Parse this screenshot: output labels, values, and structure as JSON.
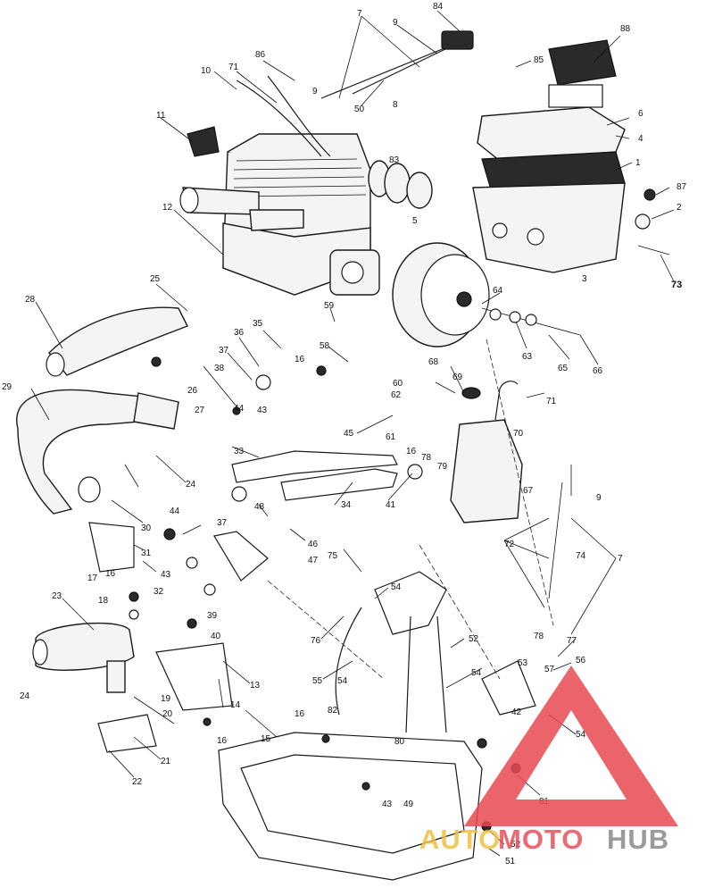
{
  "watermark": {
    "part1": "AUTO",
    "part2": "MOTO",
    "part3": "HUB",
    "color_auto": "#f0c040",
    "color_moto": "#e8505a",
    "color_hub": "#8a8a8a",
    "logo_color": "#e84a52"
  },
  "callouts": [
    {
      "id": "c84",
      "label": "84"
    },
    {
      "id": "c88",
      "label": "88"
    },
    {
      "id": "c7a",
      "label": "7"
    },
    {
      "id": "c9a",
      "label": "9"
    },
    {
      "id": "c85",
      "label": "85"
    },
    {
      "id": "c86",
      "label": "86"
    },
    {
      "id": "c10",
      "label": "10"
    },
    {
      "id": "c71a",
      "label": "71"
    },
    {
      "id": "c9b",
      "label": "9"
    },
    {
      "id": "c8",
      "label": "8"
    },
    {
      "id": "c6",
      "label": "6"
    },
    {
      "id": "c4",
      "label": "4"
    },
    {
      "id": "c11",
      "label": "11"
    },
    {
      "id": "c50",
      "label": "50"
    },
    {
      "id": "c83",
      "label": "83"
    },
    {
      "id": "c1",
      "label": "1"
    },
    {
      "id": "c87",
      "label": "87"
    },
    {
      "id": "c12",
      "label": "12"
    },
    {
      "id": "c5",
      "label": "5"
    },
    {
      "id": "c2",
      "label": "2"
    },
    {
      "id": "c73",
      "label": "73"
    },
    {
      "id": "c3",
      "label": "3"
    },
    {
      "id": "c25",
      "label": "25"
    },
    {
      "id": "c28",
      "label": "28"
    },
    {
      "id": "c59",
      "label": "59"
    },
    {
      "id": "c64",
      "label": "64"
    },
    {
      "id": "c35",
      "label": "35"
    },
    {
      "id": "c36",
      "label": "36"
    },
    {
      "id": "c58",
      "label": "58"
    },
    {
      "id": "c37",
      "label": "37"
    },
    {
      "id": "c16a",
      "label": "16"
    },
    {
      "id": "c63",
      "label": "63"
    },
    {
      "id": "c65",
      "label": "65"
    },
    {
      "id": "c66",
      "label": "66"
    },
    {
      "id": "c26",
      "label": "26"
    },
    {
      "id": "c60",
      "label": "60"
    },
    {
      "id": "c68",
      "label": "68"
    },
    {
      "id": "c38",
      "label": "38"
    },
    {
      "id": "c69",
      "label": "69"
    },
    {
      "id": "c29",
      "label": "29"
    },
    {
      "id": "c27",
      "label": "27"
    },
    {
      "id": "c62",
      "label": "62"
    },
    {
      "id": "c71b",
      "label": "71"
    },
    {
      "id": "c44a",
      "label": "44"
    },
    {
      "id": "c43a",
      "label": "43"
    },
    {
      "id": "c45",
      "label": "45"
    },
    {
      "id": "c61",
      "label": "61"
    },
    {
      "id": "c70",
      "label": "70"
    },
    {
      "id": "c33",
      "label": "33"
    },
    {
      "id": "c16b",
      "label": "16"
    },
    {
      "id": "c78a",
      "label": "78"
    },
    {
      "id": "c79",
      "label": "79"
    },
    {
      "id": "c24a",
      "label": "24"
    },
    {
      "id": "c67",
      "label": "67"
    },
    {
      "id": "c9c",
      "label": "9"
    },
    {
      "id": "c34",
      "label": "34"
    },
    {
      "id": "c41",
      "label": "41"
    },
    {
      "id": "c37b",
      "label": "37"
    },
    {
      "id": "c48",
      "label": "48"
    },
    {
      "id": "c30",
      "label": "30"
    },
    {
      "id": "c44b",
      "label": "44"
    },
    {
      "id": "c46",
      "label": "46"
    },
    {
      "id": "c72",
      "label": "72"
    },
    {
      "id": "c7b",
      "label": "7"
    },
    {
      "id": "c31",
      "label": "31"
    },
    {
      "id": "c74",
      "label": "74"
    },
    {
      "id": "c47",
      "label": "47"
    },
    {
      "id": "c16c",
      "label": "16"
    },
    {
      "id": "c43b",
      "label": "43"
    },
    {
      "id": "c32",
      "label": "32"
    },
    {
      "id": "c75",
      "label": "75"
    },
    {
      "id": "c17",
      "label": "17"
    },
    {
      "id": "c54a",
      "label": "54"
    },
    {
      "id": "c39",
      "label": "39"
    },
    {
      "id": "c23",
      "label": "23"
    },
    {
      "id": "c18",
      "label": "18"
    },
    {
      "id": "c76",
      "label": "76"
    },
    {
      "id": "c40",
      "label": "40"
    },
    {
      "id": "c52a",
      "label": "52"
    },
    {
      "id": "c78b",
      "label": "78"
    },
    {
      "id": "c77",
      "label": "77"
    },
    {
      "id": "c13",
      "label": "13"
    },
    {
      "id": "c55",
      "label": "55"
    },
    {
      "id": "c54b",
      "label": "54"
    },
    {
      "id": "c53",
      "label": "53"
    },
    {
      "id": "c56",
      "label": "56"
    },
    {
      "id": "c57",
      "label": "57"
    },
    {
      "id": "c24b",
      "label": "24"
    },
    {
      "id": "c19",
      "label": "19"
    },
    {
      "id": "c14",
      "label": "14"
    },
    {
      "id": "c20",
      "label": "20"
    },
    {
      "id": "c15",
      "label": "15"
    },
    {
      "id": "c16d",
      "label": "16"
    },
    {
      "id": "c16e",
      "label": "16"
    },
    {
      "id": "c82",
      "label": "82"
    },
    {
      "id": "c42",
      "label": "42"
    },
    {
      "id": "c54c",
      "label": "54"
    },
    {
      "id": "c54d",
      "label": "54"
    },
    {
      "id": "c80",
      "label": "80"
    },
    {
      "id": "c21",
      "label": "21"
    },
    {
      "id": "c22",
      "label": "22"
    },
    {
      "id": "c81",
      "label": "81"
    },
    {
      "id": "c43c",
      "label": "43"
    },
    {
      "id": "c49",
      "label": "49"
    },
    {
      "id": "c52b",
      "label": "52"
    },
    {
      "id": "c51",
      "label": "51"
    }
  ]
}
